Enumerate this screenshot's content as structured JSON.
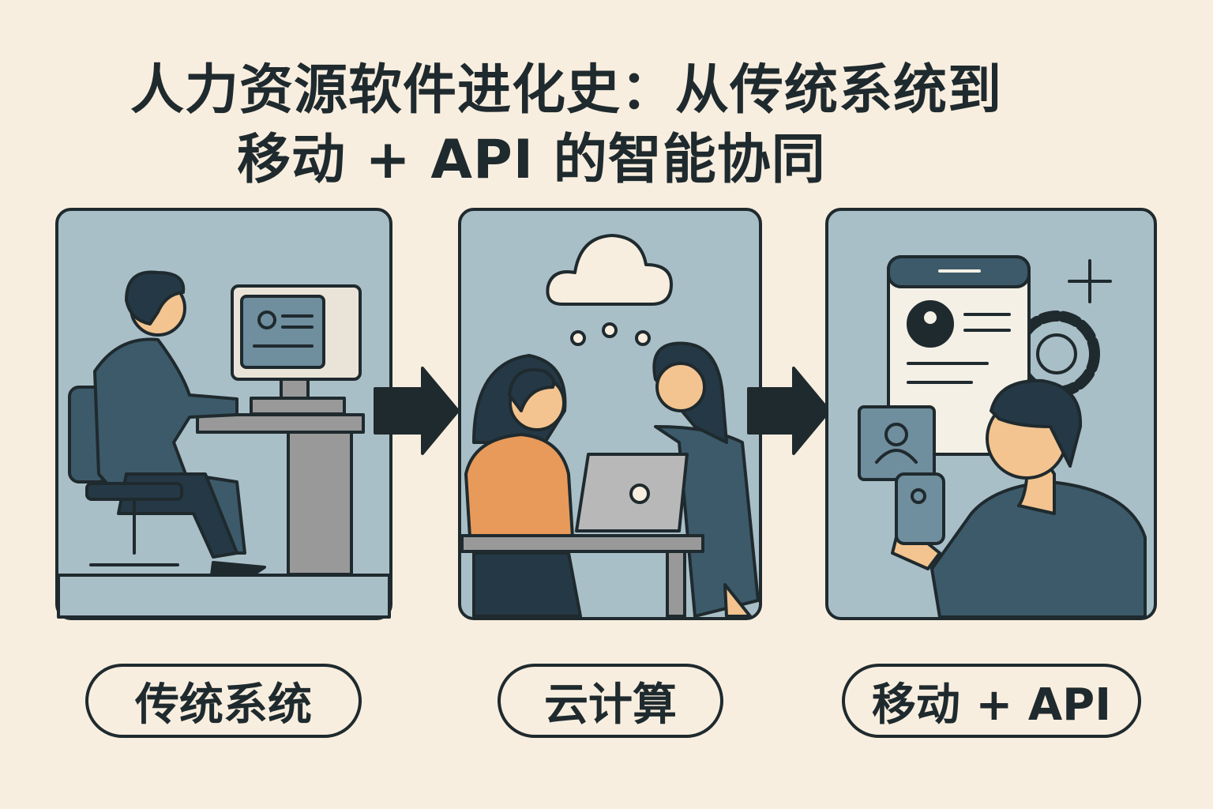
{
  "title": {
    "line1": "人力资源软件进化史：从传统系统到",
    "line2": "移动 + API 的智能协同"
  },
  "stages": [
    {
      "label": "传统系统"
    },
    {
      "label": "云计算"
    },
    {
      "label": "移动 + API"
    }
  ],
  "colors": {
    "background": "#f8eedf",
    "panel": "#a9bfc8",
    "outline": "#1f2a2e",
    "shirt": "#3c5a6a",
    "orange": "#e89a5a"
  }
}
